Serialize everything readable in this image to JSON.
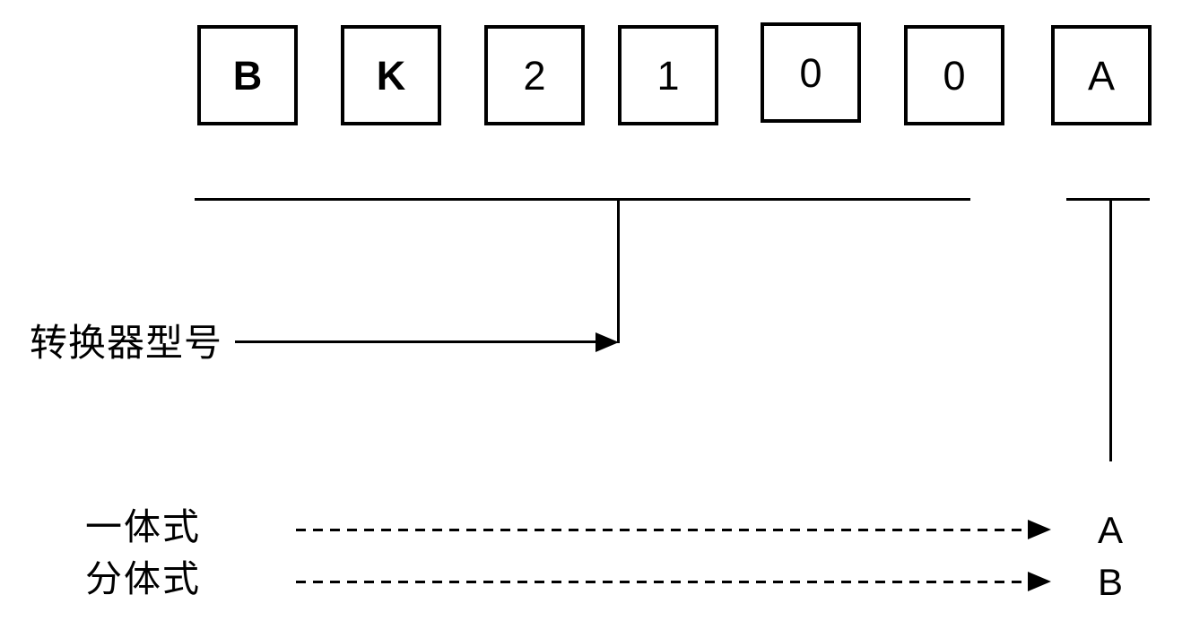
{
  "figure": {
    "model_code": "BK2100A",
    "code_boxes": [
      "B",
      "K",
      "2",
      "1",
      "0",
      "0",
      "A"
    ],
    "callouts": {
      "converter_model_label": "转换器型号",
      "integrated_label": "一体式",
      "split_label": "分体式",
      "integrated_code": "A",
      "split_code": "B"
    },
    "colors": {
      "line": "#000000",
      "background": "#ffffff"
    }
  }
}
